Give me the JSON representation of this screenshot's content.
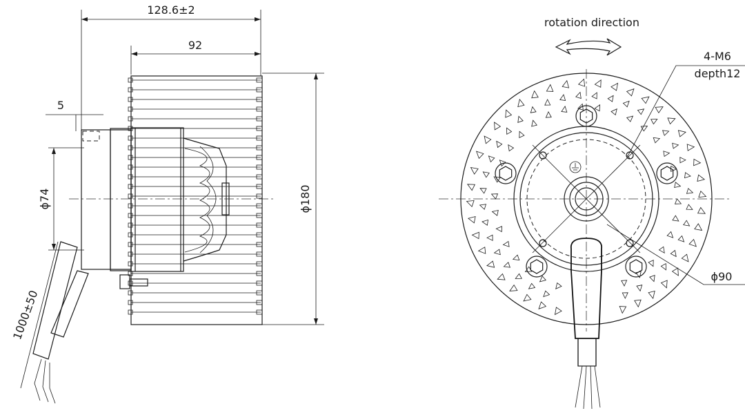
{
  "labels": {
    "overall_length": "128.6±2",
    "body_length": "92",
    "flange_offset": "5",
    "shaft_dia": "ϕ74",
    "impeller_dia": "ϕ180",
    "cable_length": "1000±50",
    "rotation": "rotation direction",
    "holes": "4-M6",
    "hole_depth": "depth12",
    "bolt_circle": "ϕ90"
  },
  "colors": {
    "line": "#1a1a1a",
    "background": "#ffffff"
  },
  "icons": [
    "ground-symbol-icon",
    "rotation-arrow-icon"
  ]
}
